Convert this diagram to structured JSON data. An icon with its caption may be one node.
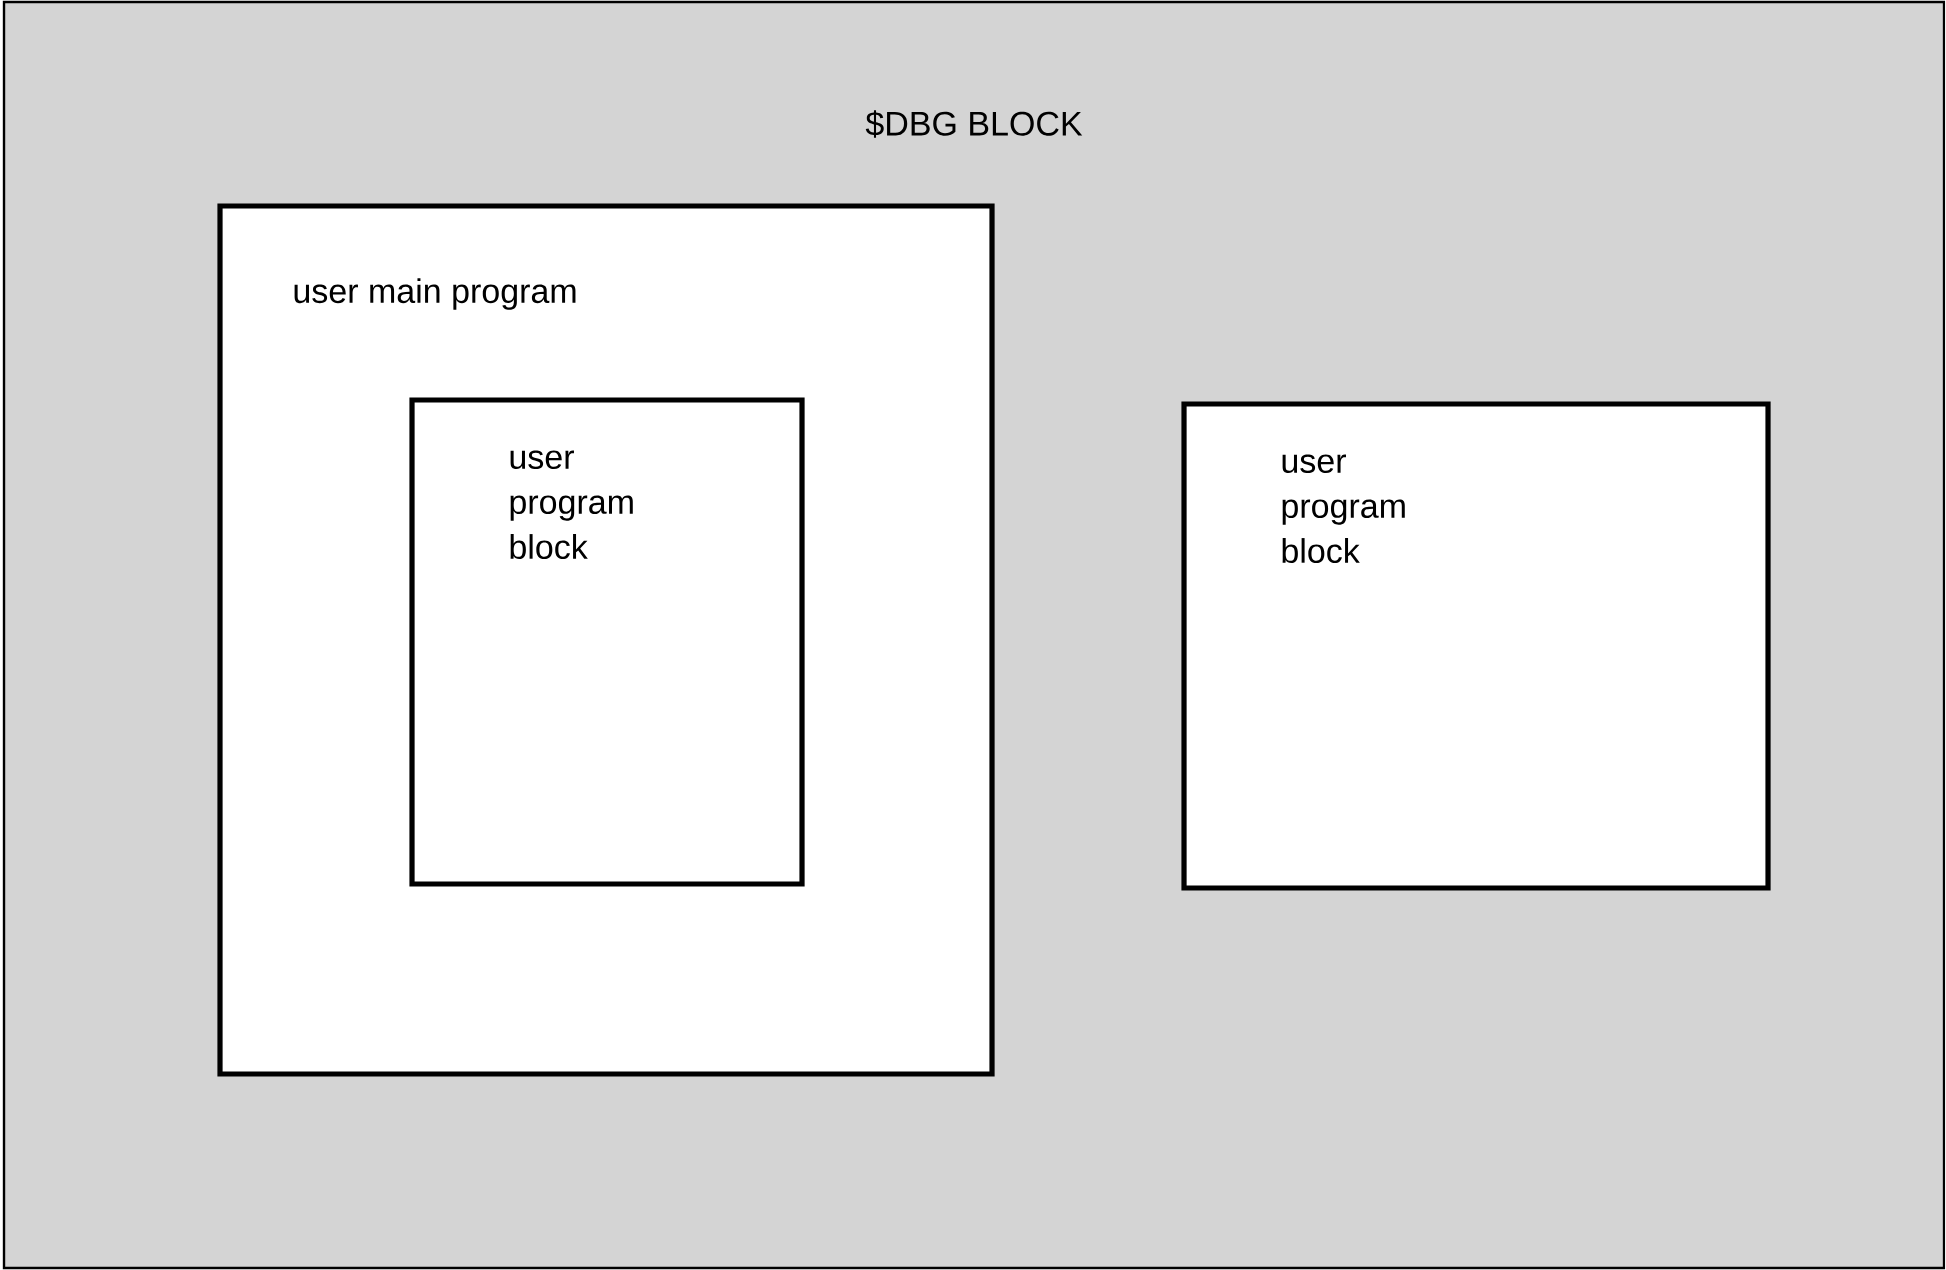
{
  "diagram": {
    "nodes": [
      {
        "text": [
          "$DBG BLOCK"
        ]
      },
      {
        "text": [
          "user main program"
        ],
        "in": 0
      },
      {
        "text": [
          "user program block"
        ],
        "in": 1
      },
      {
        "text": [
          "user program block"
        ],
        "in": 0
      }
    ]
  }
}
